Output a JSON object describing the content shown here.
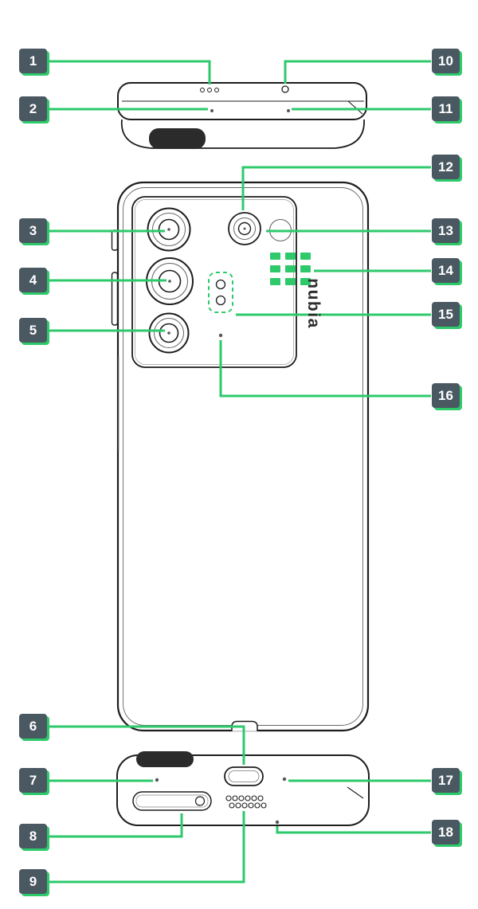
{
  "brand": {
    "logo": "nubia"
  },
  "callouts": [
    "1",
    "2",
    "3",
    "4",
    "5",
    "6",
    "7",
    "8",
    "9",
    "10",
    "11",
    "12",
    "13",
    "14",
    "15",
    "16",
    "17",
    "18"
  ],
  "colors": {
    "accent": "#2DC96B",
    "label_bg": "#4A5862",
    "label_text": "#FFFFFF",
    "outline": "#1D1D1D"
  }
}
